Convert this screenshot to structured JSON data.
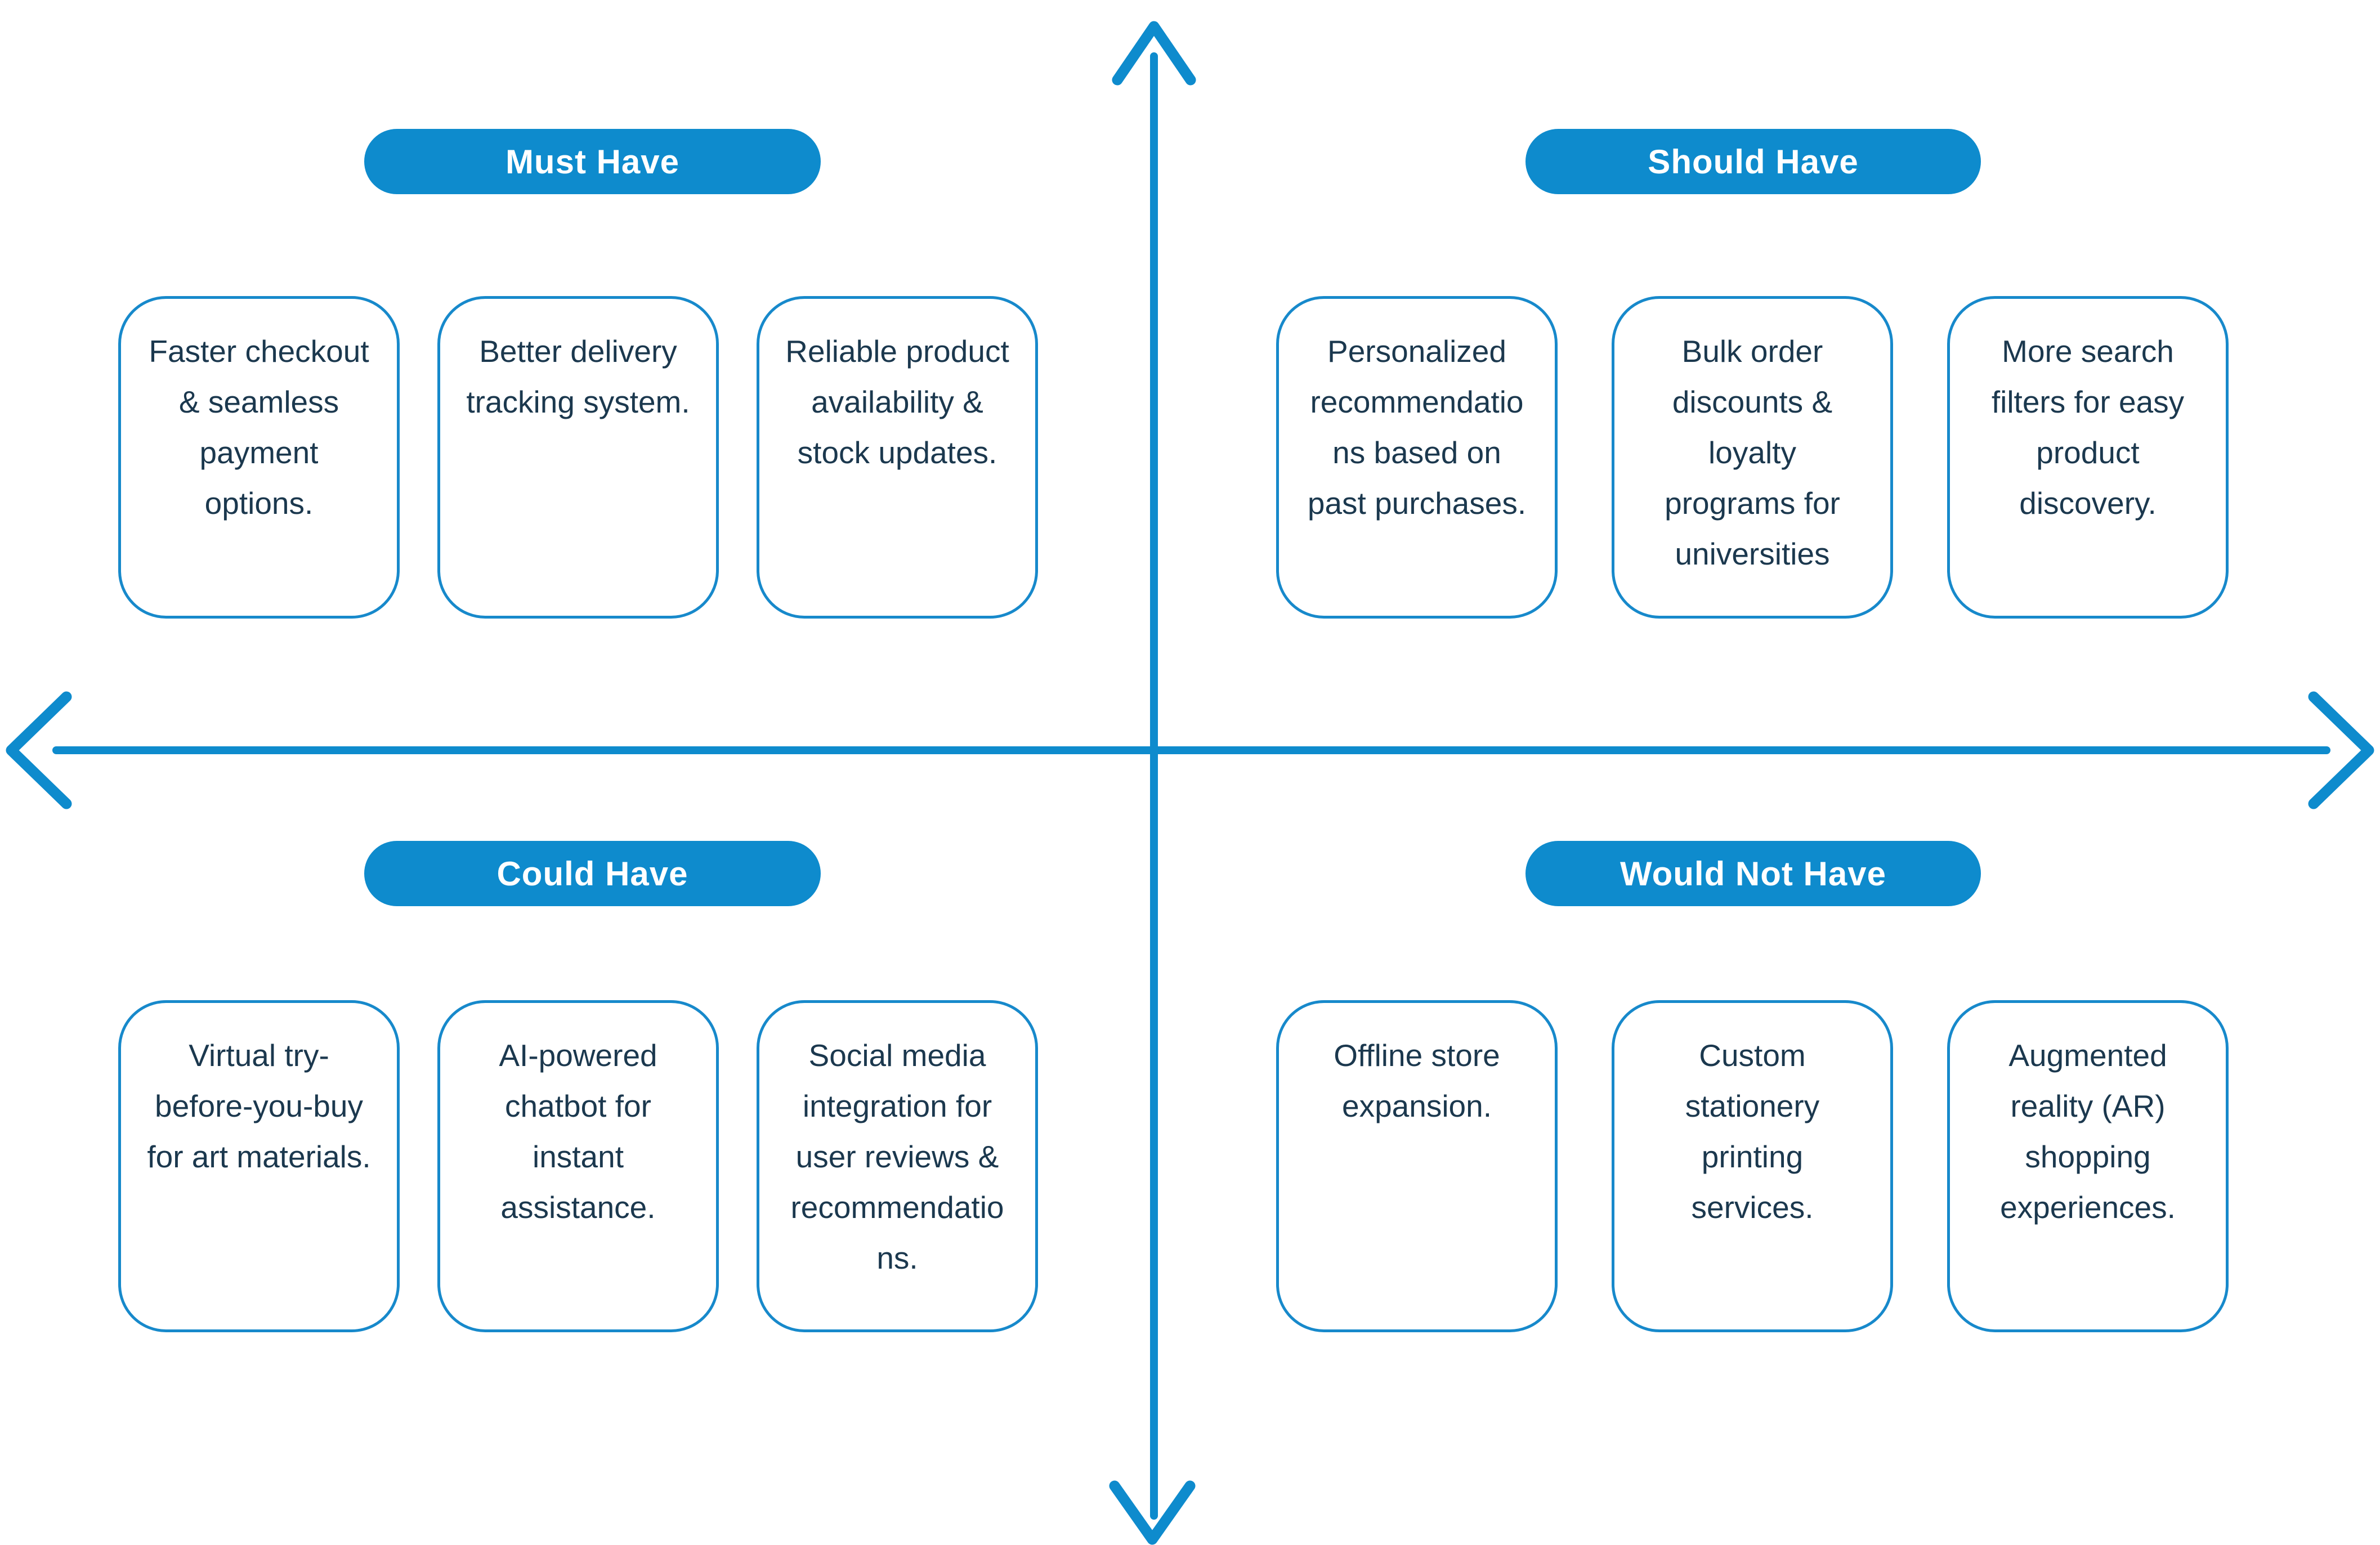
{
  "colors": {
    "accent_blue": "#0E8BCD",
    "card_border_blue": "#1789CB",
    "card_text_navy": "#1B384E",
    "pill_text": "#FFFFFF",
    "background": "#FFFFFF"
  },
  "quadrants": {
    "must_have": {
      "label": "Must Have",
      "cards": [
        "Faster checkout & seamless payment options.",
        "Better delivery tracking system.",
        "Reliable product availability & stock updates."
      ]
    },
    "should_have": {
      "label": "Should Have",
      "cards": [
        "Personalized recommendations based on past purchases.",
        "Bulk order discounts & loyalty programs for universities",
        "More search filters for easy product discovery."
      ]
    },
    "could_have": {
      "label": "Could Have",
      "cards": [
        "Virtual try-before-you-buy for art materials.",
        "AI-powered chatbot for instant assistance.",
        "Social media integration for user reviews & recommendations."
      ]
    },
    "would_not_have": {
      "label": "Would Not Have",
      "cards": [
        "Offline store expansion.",
        "Custom stationery printing services.",
        "Augmented reality (AR) shopping experiences."
      ]
    }
  }
}
